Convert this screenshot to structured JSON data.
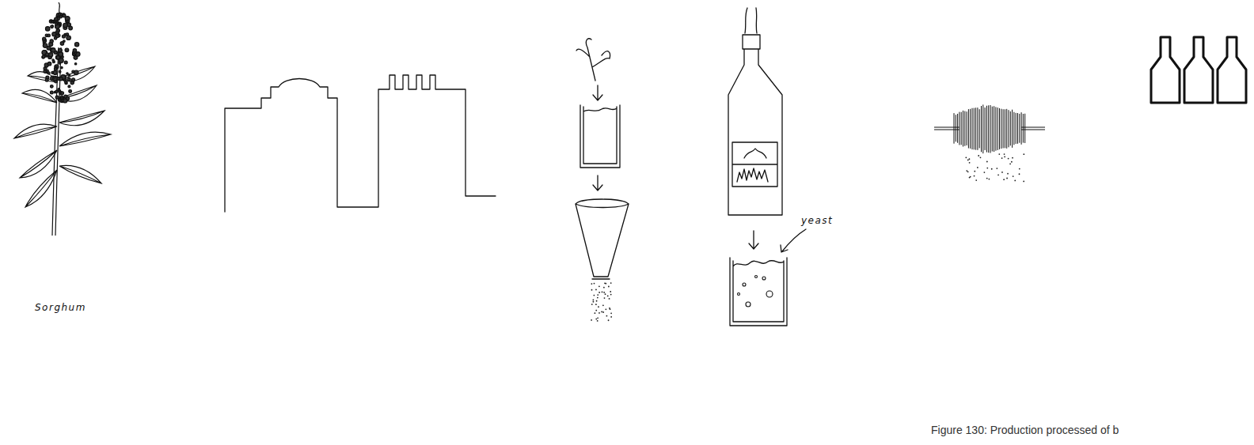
{
  "diagram": {
    "caption": "Figure 130: Production processed of b",
    "labels": [
      "Sorghum",
      "yeast"
    ]
  }
}
